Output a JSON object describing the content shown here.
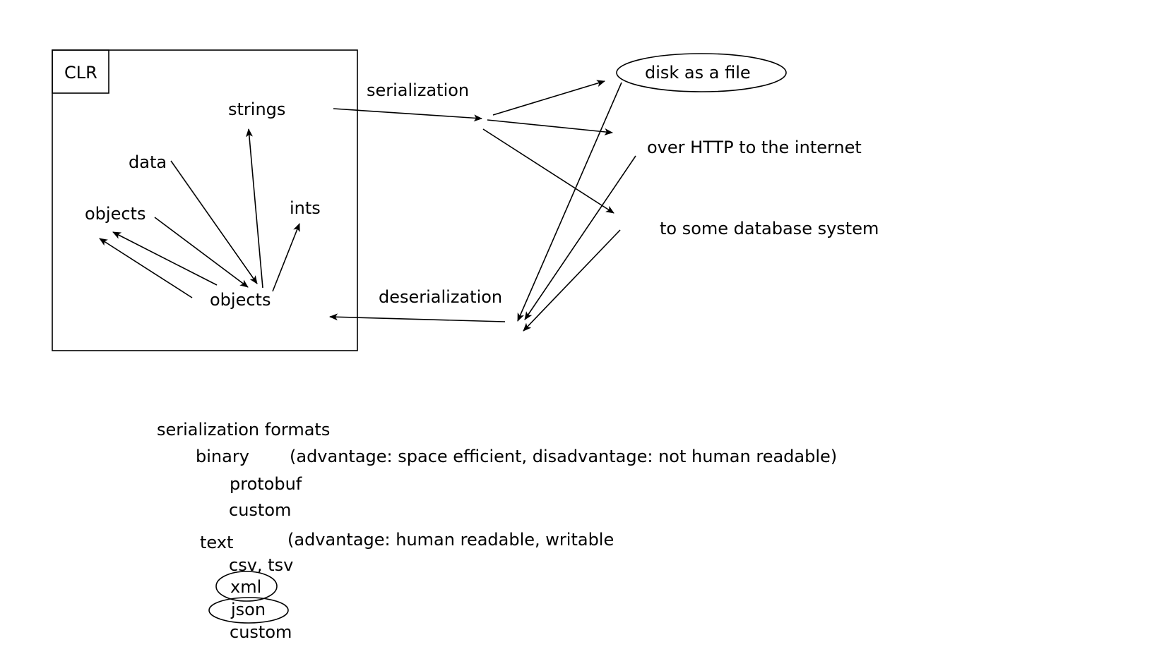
{
  "clr": {
    "box_label": "CLR",
    "strings": "strings",
    "data": "data",
    "objects_left": "objects",
    "ints": "ints",
    "objects_bottom": "objects"
  },
  "flow": {
    "serialization": "serialization",
    "deserialization": "deserialization"
  },
  "destinations": {
    "disk": "disk as a file",
    "http": "over HTTP to the internet",
    "database": "to some database system"
  },
  "formats": {
    "heading": "serialization formats",
    "binary": {
      "label": "binary",
      "note": "(advantage: space efficient, disadvantage: not human readable)",
      "items": [
        "protobuf",
        "custom"
      ]
    },
    "text": {
      "label": "text",
      "note": "(advantage: human readable, writable",
      "items": [
        "csv, tsv",
        "xml",
        "json",
        "custom"
      ]
    }
  },
  "colors": {
    "ink": "#000000",
    "background": "#ffffff"
  }
}
